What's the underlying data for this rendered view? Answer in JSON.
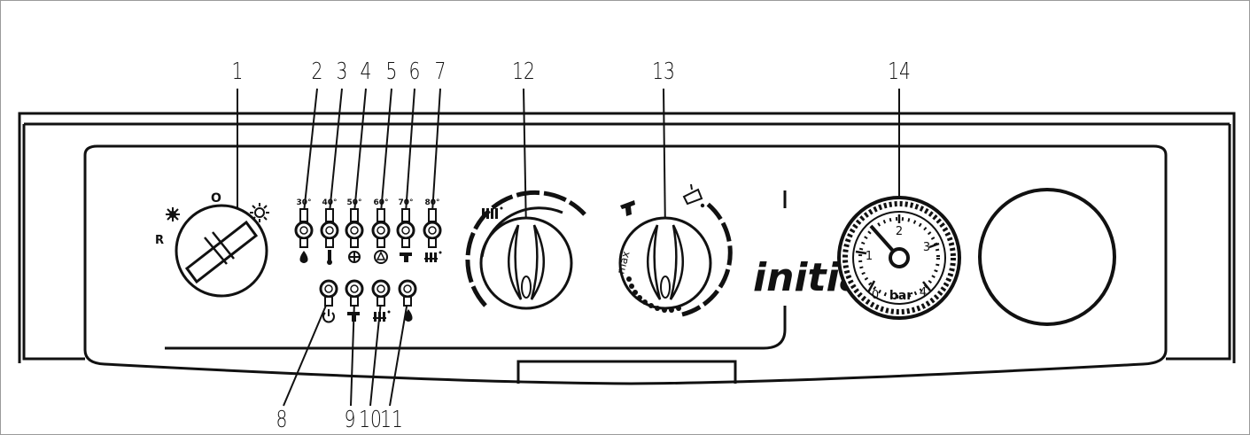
{
  "callouts": {
    "c1": "1",
    "c2": "2",
    "c3": "3",
    "c4": "4",
    "c5": "5",
    "c6": "6",
    "c7": "7",
    "c8": "8",
    "c9": "9",
    "c10": "10",
    "c11": "11",
    "c12": "12",
    "c13": "13",
    "c14": "14"
  },
  "mode_selector": {
    "winter": "R",
    "off": "O",
    "summer_icon": "sun-icon",
    "winter_icon": "snowflake-icon"
  },
  "temp_leds": [
    {
      "label": "30°",
      "icon": "flame-icon"
    },
    {
      "label": "40°",
      "icon": "thermometer-icon"
    },
    {
      "label": "50°",
      "icon": "fan-icon"
    },
    {
      "label": "60°",
      "icon": "warning-triangle-icon"
    },
    {
      "label": "70°",
      "icon": "tap-icon"
    },
    {
      "label": "80°",
      "icon": "radiator-icon"
    }
  ],
  "status_leds": [
    {
      "icon": "power-icon"
    },
    {
      "icon": "tap-icon"
    },
    {
      "icon": "radiator-icon"
    },
    {
      "icon": "flame-icon"
    }
  ],
  "heating_knob": {
    "icon": "radiator-icon"
  },
  "dhw_knob": {
    "max_label": "max",
    "icons": [
      "tap-icon",
      "shower-icon"
    ]
  },
  "brand": "initia",
  "pressure_gauge": {
    "unit": "bar",
    "scale": [
      "0",
      "1",
      "2",
      "3",
      "4"
    ]
  },
  "colors": {
    "ink": "#111111",
    "panel": "#ffffff",
    "frame": "#9a9a9a"
  }
}
